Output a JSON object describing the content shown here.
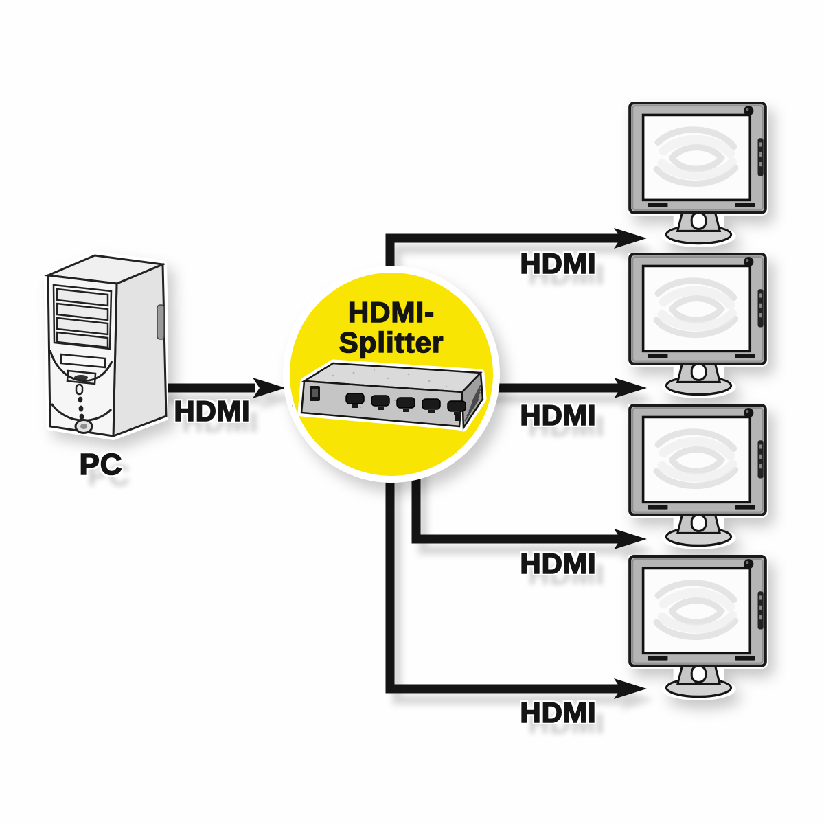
{
  "diagram": {
    "title_implied": "HDMI splitter connection diagram",
    "colors": {
      "highlight_yellow": "#F8E503",
      "cable_black": "#141414",
      "background": "#FEFEFE",
      "halo_white": "#FFFFFF"
    },
    "pc": {
      "label": "PC"
    },
    "input_cable": {
      "label": "HDMI"
    },
    "splitter": {
      "label_line1": "HDMI-",
      "label_line2": "Splitter",
      "port_count": 5
    },
    "outputs": [
      {
        "label": "HDMI"
      },
      {
        "label": "HDMI"
      },
      {
        "label": "HDMI"
      },
      {
        "label": "HDMI"
      }
    ],
    "monitor_count": 4
  }
}
